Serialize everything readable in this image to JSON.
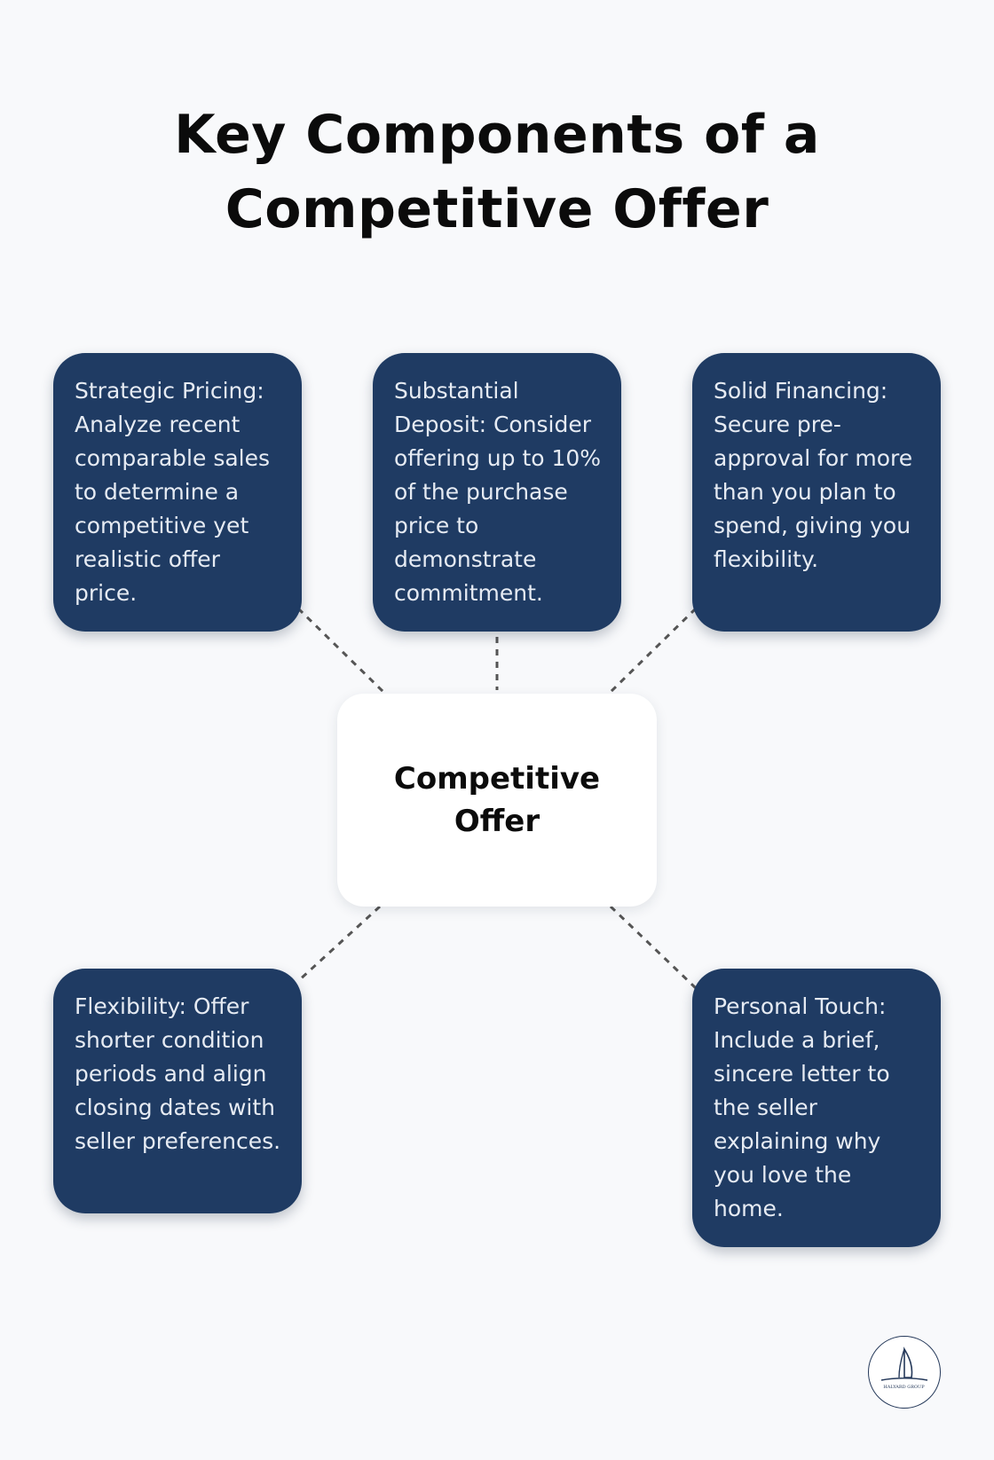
{
  "title_lines": [
    "Key Components of a",
    "Competitive Offer"
  ],
  "center": {
    "label": "Competitive Offer"
  },
  "components": [
    {
      "id": "strategic-pricing",
      "text": "Strategic Pricing: Analyze recent comparable sales to determine a competitive yet realistic offer price."
    },
    {
      "id": "substantial-deposit",
      "text": "Substantial Deposit: Consider offering up to 10% of the purchase price to demonstrate commitment."
    },
    {
      "id": "solid-financing",
      "text": "Solid Financing: Secure pre-approval for more than you plan to spend, giving you flexibility."
    },
    {
      "id": "flexibility",
      "text": "Flexibility: Offer shorter condition periods and align closing dates with seller preferences."
    },
    {
      "id": "personal-touch",
      "text": "Personal Touch: Include a brief, sincere letter to the seller explaining why you love the home."
    }
  ],
  "logo": {
    "icon": "sailboat-logo-icon",
    "text": "HALYARD GROUP"
  },
  "colors": {
    "card_background": "#1f3b63",
    "card_text": "#e6ebf3",
    "center_background": "#ffffff",
    "page_background": "#f8f9fb",
    "connector": "#555555"
  }
}
